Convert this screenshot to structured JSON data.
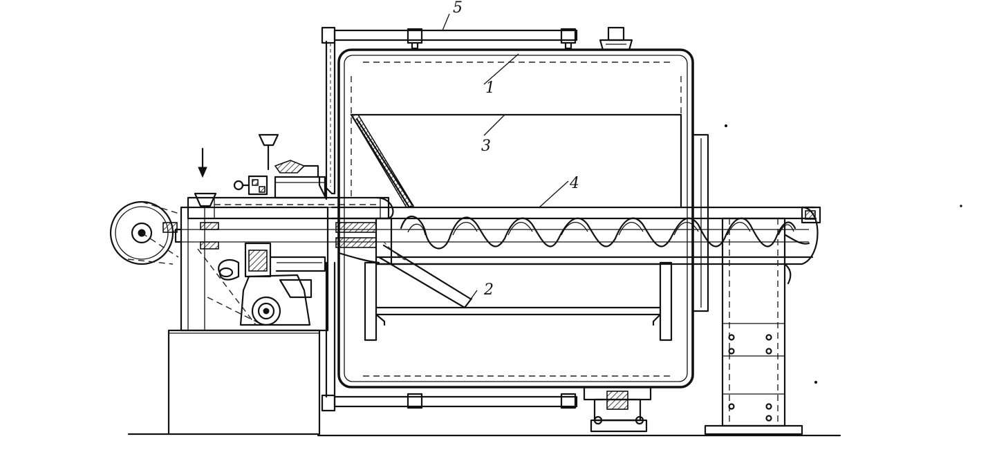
{
  "diagram": {
    "callouts": [
      {
        "id": "1",
        "label": "1"
      },
      {
        "id": "2",
        "label": "2"
      },
      {
        "id": "3",
        "label": "3"
      },
      {
        "id": "4",
        "label": "4"
      },
      {
        "id": "5",
        "label": "5"
      }
    ],
    "colors": {
      "ink": "#111111",
      "paper": "#ffffff"
    }
  }
}
